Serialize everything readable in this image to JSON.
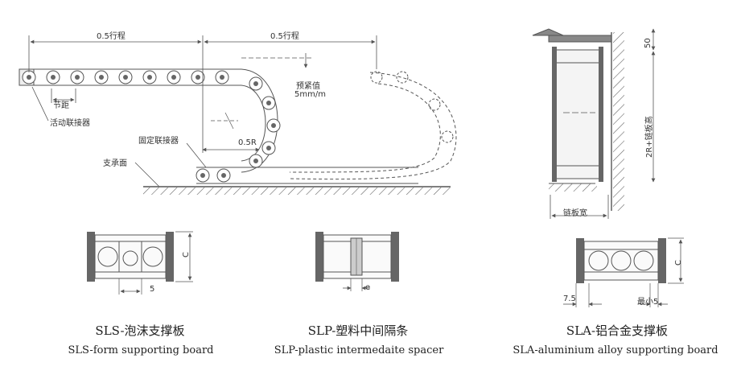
{
  "main_diagram": {
    "travel_left": "0.5行程",
    "travel_right": "0.5行程",
    "preload_value": "预紧值",
    "preload_unit": "5mm/m",
    "pitch": "节距",
    "moving_connector": "活动联接器",
    "fixed_connector": "固定联接器",
    "radius": "0.5R",
    "support_surface": "支承面"
  },
  "side_view": {
    "dim_top": "50",
    "height_label": "2R+链板高",
    "width_label": "链板宽"
  },
  "boards": [
    {
      "dim_c": "C",
      "dim_bottom": "5",
      "caption_cn": "SLS-泡沫支撑板",
      "caption_en": "SLS-form supporting board"
    },
    {
      "dim_e": "e",
      "caption_cn": "SLP-塑料中间隔条",
      "caption_en": "SLP-plastic intermedaite spacer"
    },
    {
      "dim_c": "C",
      "dim_left": "7.5",
      "dim_right": "最小5",
      "caption_cn": "SLA-铝合金支撑板",
      "caption_en": "SLA-aluminium alloy supporting board"
    }
  ],
  "colors": {
    "line": "#555555",
    "fill_dark": "#666666",
    "fill_light": "#e6e6e6"
  }
}
